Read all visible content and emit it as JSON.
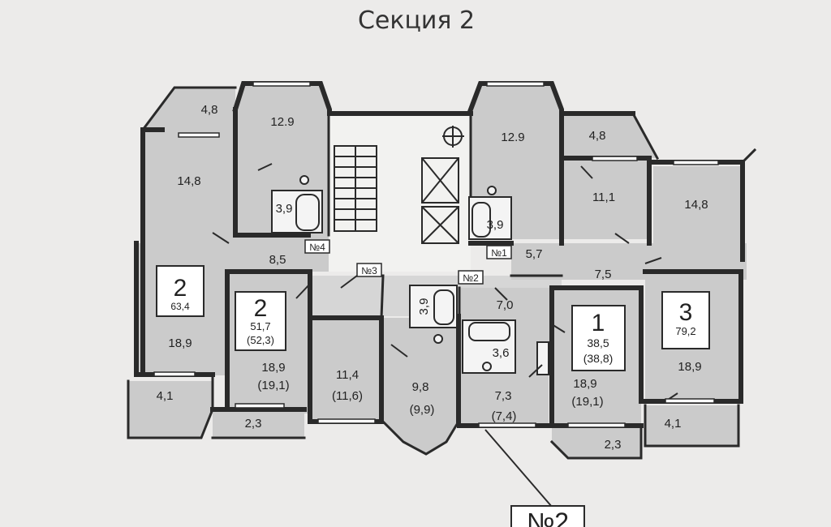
{
  "title": "Секция 2",
  "callout": "№2",
  "apartments": {
    "left_2": {
      "rooms": "2",
      "area": "63,4"
    },
    "mid_2": {
      "rooms": "2",
      "area": "51,7",
      "area_alt": "(52,3)"
    },
    "right_1": {
      "rooms": "1",
      "area": "38,5",
      "area_alt": "(38,8)"
    },
    "right_3": {
      "rooms": "3",
      "area": "79,2"
    }
  },
  "rooms": {
    "loggia_tl": "4,8",
    "bay_tl": "12.9",
    "room_l_148": "14,8",
    "bath_l": "3,9",
    "hall_l": "8,5",
    "room_l_189": "18,9",
    "balcony_bl": "4,1",
    "room_m_189": "18,9",
    "room_m_189_alt": "(19,1)",
    "balcony_m": "2,3",
    "room_114": "11,4",
    "room_114_alt": "(11,6)",
    "bath_c": "3,9",
    "room_98": "9,8",
    "room_98_alt": "(9,9)",
    "bay_tr": "12.9",
    "bath_r": "3,9",
    "loggia_tr": "4,8",
    "room_111": "11,1",
    "room_r_148": "14,8",
    "hall_57": "5,7",
    "hall_75": "7,5",
    "hall_70": "7,0",
    "bath_36": "3,6",
    "kitchen_73": "7,3",
    "kitchen_73_alt": "(7,4)",
    "room_r1_189": "18,9",
    "room_r1_189_alt": "(19,1)",
    "balcony_r1": "2,3",
    "room_r3_189": "18,9",
    "balcony_r3": "4,1"
  },
  "entrances": {
    "n1": "№1",
    "n2": "№2",
    "n3": "№3",
    "n4": "№4"
  }
}
